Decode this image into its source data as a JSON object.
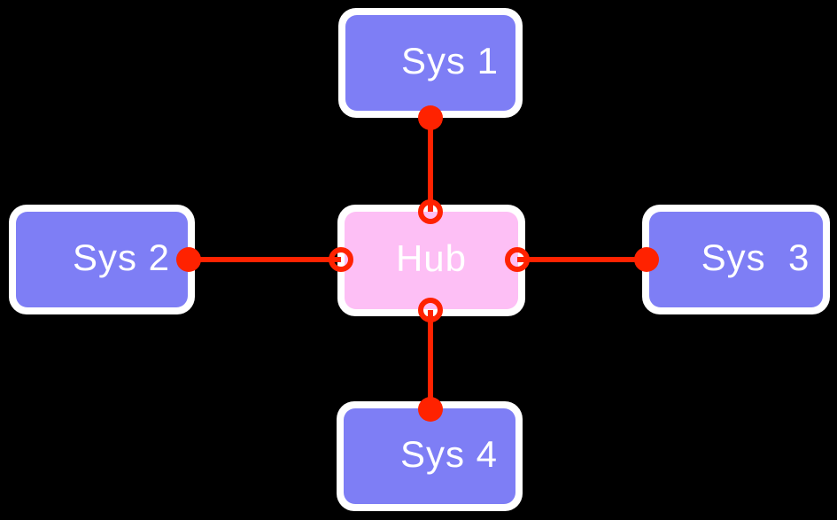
{
  "colors": {
    "background": "#000000",
    "node_fill": "#7e7ef5",
    "hub_fill": "#fdbff5",
    "connector_red": "#ff2200",
    "border_white": "#ffffff",
    "text_color": "#ffffff"
  },
  "nodes": {
    "hub": {
      "label": "Hub"
    },
    "sys1": {
      "label": "Sys 1"
    },
    "sys2": {
      "label": "Sys 2"
    },
    "sys3": {
      "label": "Sys  3"
    },
    "sys4": {
      "label": "Sys 4"
    }
  },
  "edges": [
    {
      "from": "sys1",
      "to": "hub",
      "sys_endpoint": "filled-dot",
      "hub_endpoint": "hollow-circle"
    },
    {
      "from": "sys2",
      "to": "hub",
      "sys_endpoint": "filled-dot",
      "hub_endpoint": "hollow-circle"
    },
    {
      "from": "sys3",
      "to": "hub",
      "sys_endpoint": "filled-dot",
      "hub_endpoint": "hollow-circle"
    },
    {
      "from": "sys4",
      "to": "hub",
      "sys_endpoint": "filled-dot",
      "hub_endpoint": "hollow-circle"
    }
  ]
}
